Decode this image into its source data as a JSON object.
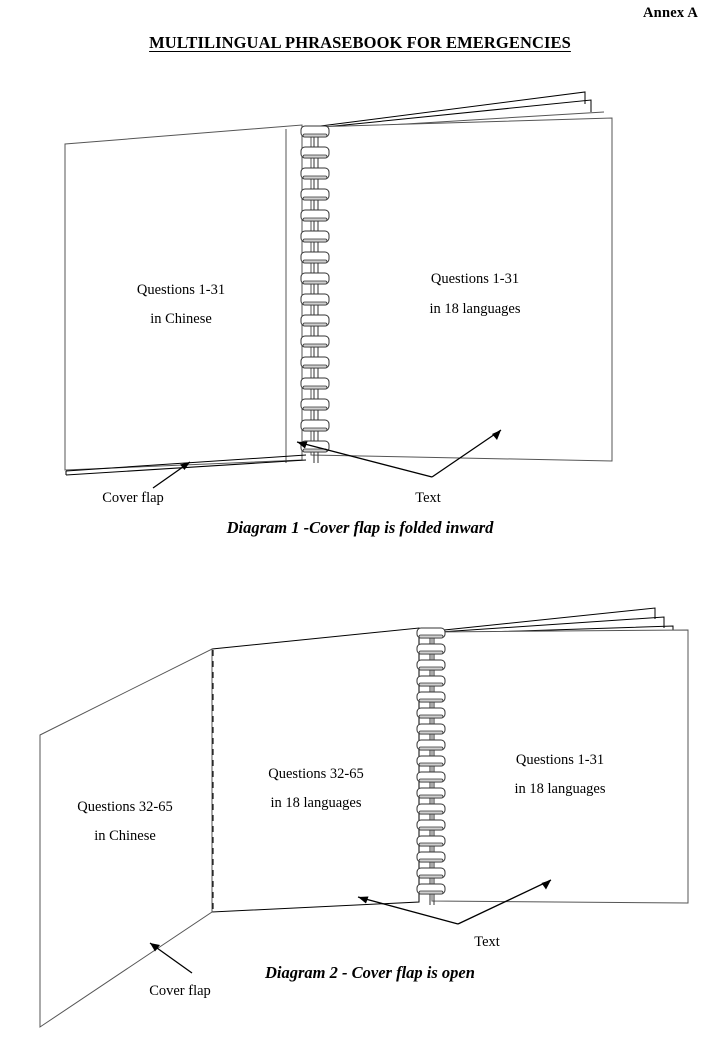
{
  "document": {
    "annex_label": "Annex A",
    "title": "MULTILINGUAL PHRASEBOOK FOR EMERGENCIES"
  },
  "diagram1": {
    "caption": "Diagram 1 -Cover flap is folded inward",
    "left_page": {
      "line1": "Questions 1-31",
      "line2": "in Chinese"
    },
    "right_page": {
      "line1": "Questions 1-31",
      "line2": "in 18 languages"
    },
    "labels": {
      "cover_flap": "Cover flap",
      "text": "Text"
    }
  },
  "diagram2": {
    "caption": "Diagram 2 - Cover flap is open",
    "flap_panel": {
      "line1": "Questions 32-65",
      "line2": "in Chinese"
    },
    "middle_page": {
      "line1": "Questions 32-65",
      "line2": "in 18 languages"
    },
    "right_page": {
      "line1": "Questions 1-31",
      "line2": "in 18 languages"
    },
    "labels": {
      "cover_flap": "Cover flap",
      "text": "Text"
    }
  },
  "style": {
    "ink": "#000000",
    "paper": "#ffffff",
    "line_gray": "#555555",
    "ring_shade": "#cfcfcf"
  }
}
